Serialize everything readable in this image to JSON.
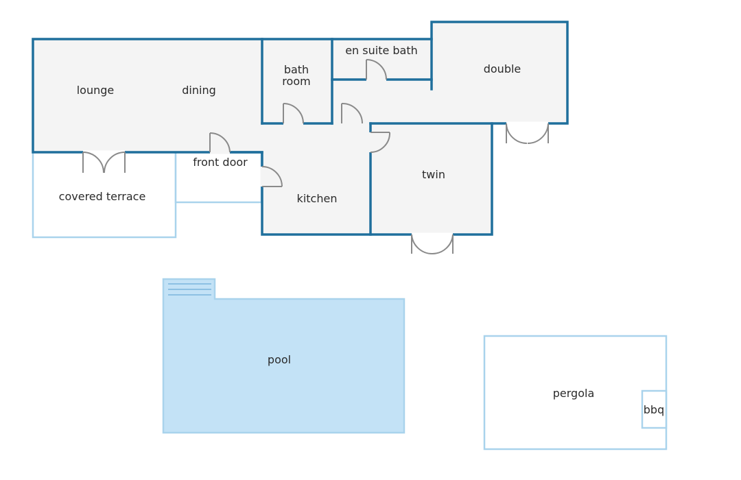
{
  "rooms": {
    "lounge": "lounge",
    "dining": "dining",
    "bathroom_line1": "bath",
    "bathroom_line2": "room",
    "en_suite_bath": "en suite bath",
    "double": "double",
    "front_door": "front door",
    "kitchen": "kitchen",
    "twin": "twin",
    "covered_terrace": "covered terrace"
  },
  "outdoor": {
    "pool": "pool",
    "pergola": "pergola",
    "bbq": "bbq"
  },
  "colors": {
    "wall": "#1f6f9c",
    "outdoor_outline": "#a9d3ec",
    "pool_fill": "#c3e2f6",
    "floor_fill": "#f4f4f4",
    "door": "#8a8a8a"
  }
}
